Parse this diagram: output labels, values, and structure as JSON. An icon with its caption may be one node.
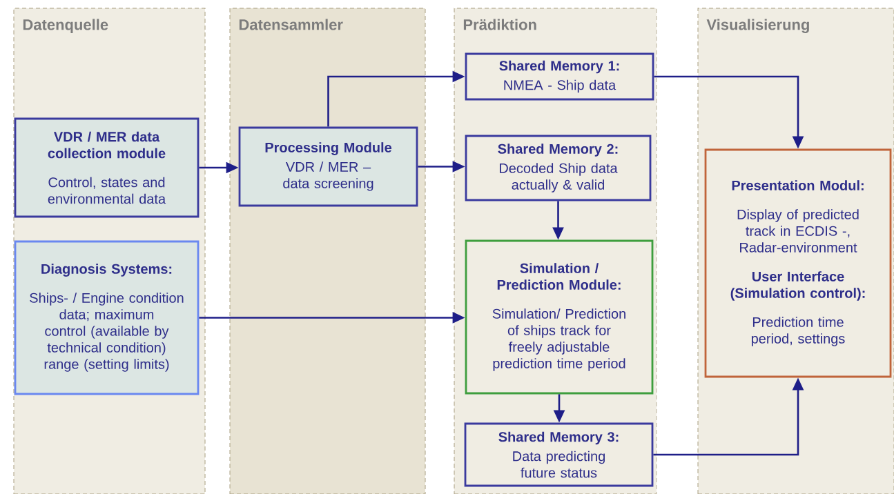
{
  "diagram": {
    "nodes": [
      {
        "text": [
          "Datenquelle"
        ]
      },
      {
        "text": [
          "Datensammler"
        ]
      },
      {
        "text": [
          "Prädiktion"
        ]
      },
      {
        "text": [
          "Visualisierung"
        ]
      },
      {
        "text": [
          "VDR / MER data collection module",
          "Control, states and environmental data"
        ],
        "in": 0
      },
      {
        "text": [
          "Diagnosis Systems:",
          "Ships- / Engine condition data; maximum control (available by technical condition) range (setting limits)"
        ],
        "in": 0
      },
      {
        "text": [
          "Processing Module",
          "VDR / MER – data screening"
        ],
        "in": 1
      },
      {
        "text": [
          "Shared Memory 1:",
          "NMEA - Ship data"
        ],
        "in": 2
      },
      {
        "text": [
          "Shared Memory 2:",
          "Decoded Ship data actually & valid"
        ],
        "in": 2
      },
      {
        "text": [
          "Simulation / Prediction Module:",
          "Simulation/ Prediction of ships track for freely adjustable prediction time period"
        ],
        "in": 2
      },
      {
        "text": [
          "Shared Memory 3:",
          "Data predicting future status"
        ],
        "in": 2
      },
      {
        "text": [
          "Presentation Modul:",
          "Display of predicted track in ECDIS -, Radar-environment",
          "User Interface (Simulation control):",
          "Prediction time period, settings"
        ],
        "in": 3
      }
    ],
    "edges": [
      {
        "from": 4,
        "to": 6,
        "arrow": "to"
      },
      {
        "from": 6,
        "to": 7,
        "arrow": "to"
      },
      {
        "from": 6,
        "to": 8,
        "arrow": "to"
      },
      {
        "from": 5,
        "to": 9,
        "arrow": "to"
      },
      {
        "from": 7,
        "to": 11,
        "arrow": "to"
      },
      {
        "from": 8,
        "to": 9,
        "arrow": "to"
      },
      {
        "from": 9,
        "to": 10,
        "arrow": "to"
      },
      {
        "from": 10,
        "to": 11,
        "arrow": "to"
      }
    ]
  }
}
